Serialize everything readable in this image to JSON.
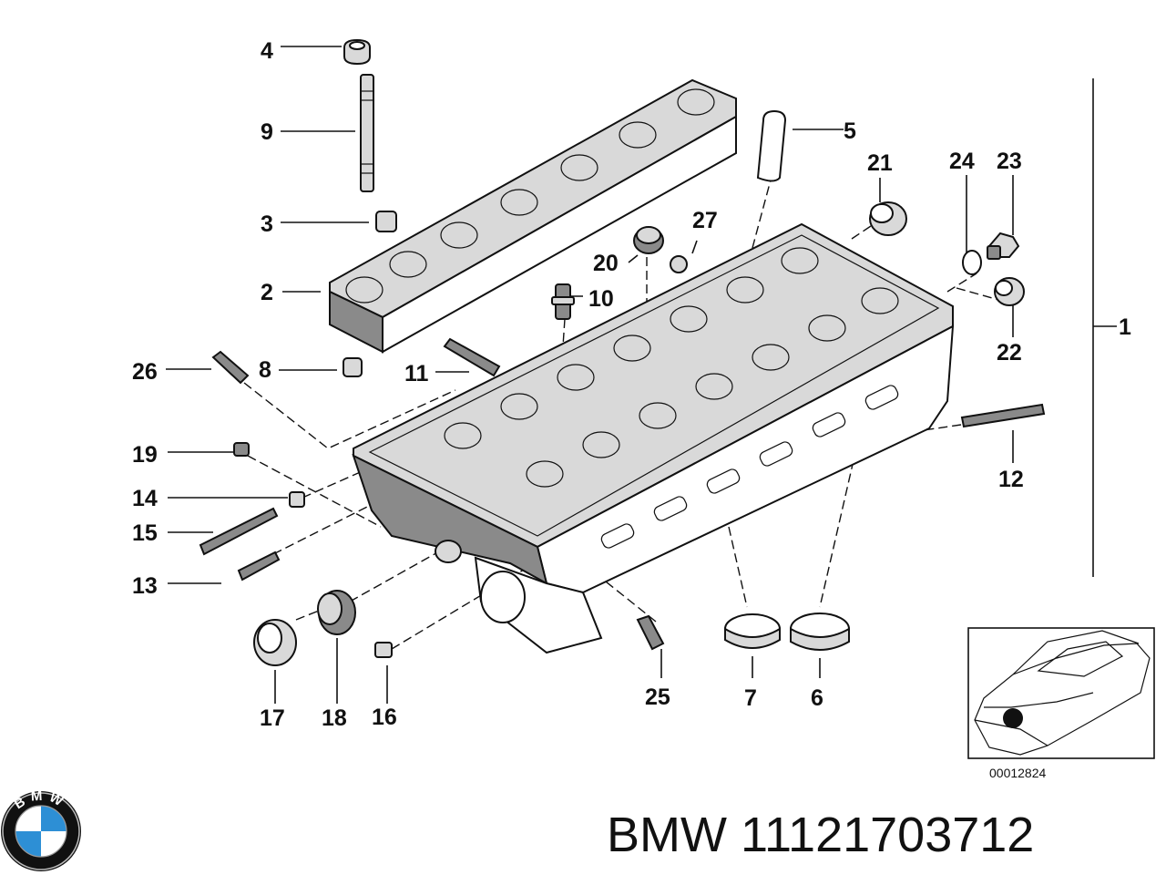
{
  "callouts": [
    "1",
    "2",
    "3",
    "4",
    "5",
    "6",
    "7",
    "8",
    "9",
    "10",
    "11",
    "12",
    "13",
    "14",
    "15",
    "16",
    "17",
    "18",
    "19",
    "20",
    "21",
    "22",
    "23",
    "24",
    "25",
    "26",
    "27"
  ],
  "inset": {
    "ref_code": "00012824"
  },
  "footer": {
    "brand": "BMW",
    "part_number": "11121703712"
  },
  "logo": {
    "letters": "BMW",
    "colors": {
      "blue": "#2d8fd5",
      "ring": "#111111",
      "white": "#ffffff"
    }
  }
}
